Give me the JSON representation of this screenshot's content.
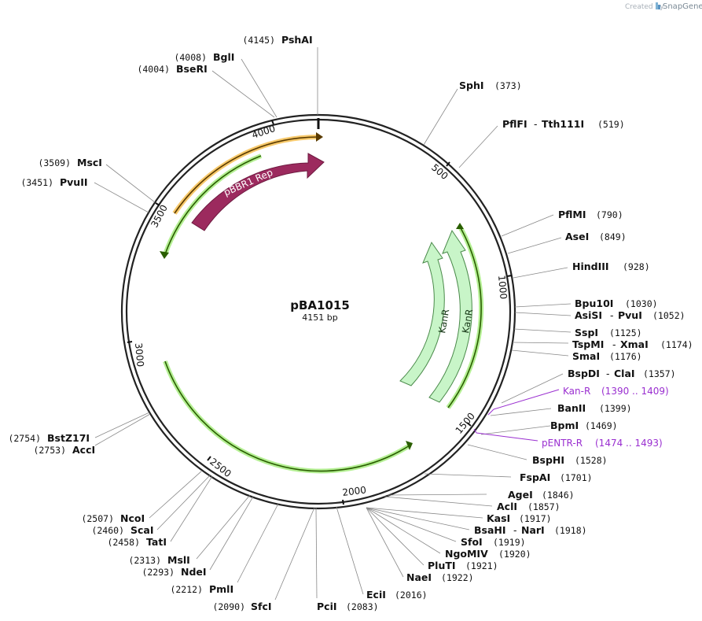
{
  "credit": {
    "prefix": "Created by",
    "brand": "SnapGene"
  },
  "plasmid": {
    "name": "pBA1015",
    "size_label": "4151 bp"
  },
  "ticks": [
    "500",
    "1000",
    "1500",
    "2000",
    "2500",
    "3000",
    "3500",
    "4000"
  ],
  "features": [
    {
      "name": "pBBR1 Rep",
      "color": "#9c2a5e"
    },
    {
      "name": "KanR",
      "color": "#c8f5c8"
    },
    {
      "name": "KanR",
      "color": "#c8f5c8"
    }
  ],
  "sites": [
    {
      "name": "PshAI",
      "position": "(4145)"
    },
    {
      "name": "BglI",
      "position": "(4008)"
    },
    {
      "name": "BseRI",
      "position": "(4004)"
    },
    {
      "name": "MscI",
      "position": "(3509)"
    },
    {
      "name": "PvuII",
      "position": "(3451)"
    },
    {
      "name": "SphI",
      "position": "(373)"
    },
    {
      "name": "PflFI",
      "name2": "Tth111I",
      "position": "(519)"
    },
    {
      "name": "PflMI",
      "position": "(790)"
    },
    {
      "name": "AseI",
      "position": "(849)"
    },
    {
      "name": "HindIII",
      "position": "(928)"
    },
    {
      "name": "Bpu10I",
      "position": "(1030)"
    },
    {
      "name": "AsiSI",
      "name2": "PvuI",
      "position": "(1052)"
    },
    {
      "name": "SspI",
      "position": "(1125)"
    },
    {
      "name": "TspMI",
      "name2": "XmaI",
      "position": "(1174)"
    },
    {
      "name": "SmaI",
      "position": "(1176)"
    },
    {
      "name": "BspDI",
      "name2": "ClaI",
      "position": "(1357)"
    },
    {
      "name": "BanII",
      "position": "(1399)"
    },
    {
      "name": "BpmI",
      "position": "(1469)"
    },
    {
      "name": "BspHI",
      "position": "(1528)"
    },
    {
      "name": "FspAI",
      "position": "(1701)"
    },
    {
      "name": "AgeI",
      "position": "(1846)"
    },
    {
      "name": "AclI",
      "position": "(1857)"
    },
    {
      "name": "KasI",
      "position": "(1917)"
    },
    {
      "name": "BsaHI",
      "name2": "NarI",
      "position": "(1918)"
    },
    {
      "name": "SfoI",
      "position": "(1919)"
    },
    {
      "name": "NgoMIV",
      "position": "(1920)"
    },
    {
      "name": "PluTI",
      "position": "(1921)"
    },
    {
      "name": "NaeI",
      "position": "(1922)"
    },
    {
      "name": "EciI",
      "position": "(2016)"
    },
    {
      "name": "PciI",
      "position": "(2083)"
    },
    {
      "name": "SfcI",
      "position": "(2090)"
    },
    {
      "name": "PmlI",
      "position": "(2212)"
    },
    {
      "name": "NdeI",
      "position": "(2293)"
    },
    {
      "name": "MslI",
      "position": "(2313)"
    },
    {
      "name": "TatI",
      "position": "(2458)"
    },
    {
      "name": "ScaI",
      "position": "(2460)"
    },
    {
      "name": "NcoI",
      "position": "(2507)"
    },
    {
      "name": "AccI",
      "position": "(2753)"
    },
    {
      "name": "BstZ17I",
      "position": "(2754)"
    }
  ],
  "primers": [
    {
      "name": "Kan-R",
      "range": "(1390 .. 1409)",
      "color": "#9a2fd0"
    },
    {
      "name": "pENTR-R",
      "range": "(1474 .. 1493)",
      "color": "#9a2fd0"
    }
  ]
}
